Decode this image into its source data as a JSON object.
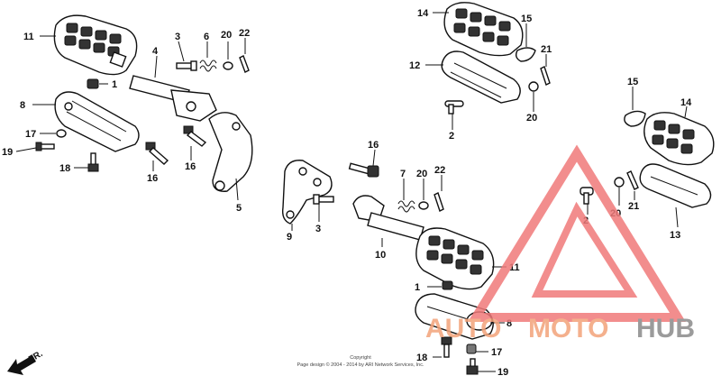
{
  "callouts": {
    "c1a": "1",
    "c1b": "1",
    "c2a": "2",
    "c2b": "2",
    "c3a": "3",
    "c3b": "3",
    "c4": "4",
    "c5": "5",
    "c6": "6",
    "c7": "7",
    "c8a": "8",
    "c8b": "8",
    "c9": "9",
    "c10": "10",
    "c11a": "11",
    "c11b": "11",
    "c12": "12",
    "c13": "13",
    "c14a": "14",
    "c14b": "14",
    "c15a": "15",
    "c15b": "15",
    "c16a": "16",
    "c16b": "16",
    "c16c": "16",
    "c17a": "17",
    "c17b": "17",
    "c18a": "18",
    "c18b": "18",
    "c19a": "19",
    "c19b": "19",
    "c20a": "20",
    "c20b": "20",
    "c20c": "20",
    "c20d": "20",
    "c21a": "21",
    "c21b": "21",
    "c22a": "22",
    "c22b": "22"
  },
  "direction_label": "FR.",
  "copyright": {
    "line1": "Copyright",
    "line2": "Page design © 2004 - 2014 by ARI Network Services, Inc."
  },
  "watermark": {
    "part1": "AUTO",
    "part2": "MOTO",
    "part3": "HUB",
    "colors": {
      "red": "#f07a7a",
      "orange": "#f3a37a",
      "gray": "#8a8a8a"
    }
  }
}
